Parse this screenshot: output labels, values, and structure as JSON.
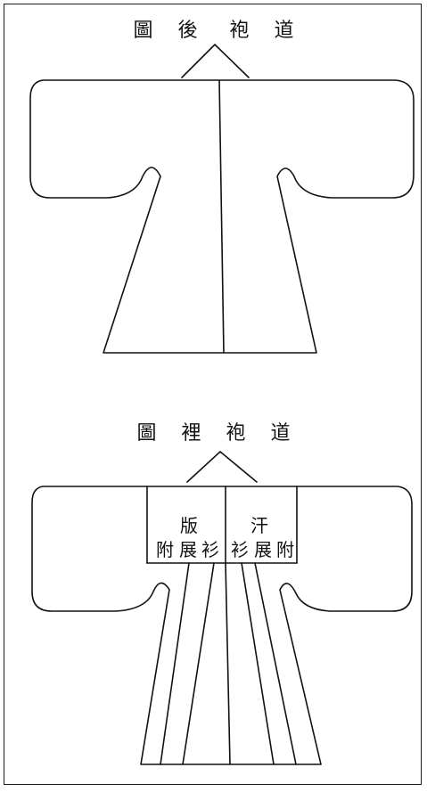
{
  "diagram_a": {
    "title_chars": [
      "圖",
      "後",
      "袍",
      "道"
    ]
  },
  "diagram_b": {
    "title_chars": [
      "圖",
      "裡",
      "袍",
      "道"
    ],
    "labels": {
      "left_top": "版",
      "right_top": "汗",
      "left_bottom": [
        "附",
        "展",
        "衫"
      ],
      "right_bottom": [
        "衫",
        "展",
        "附"
      ]
    }
  }
}
